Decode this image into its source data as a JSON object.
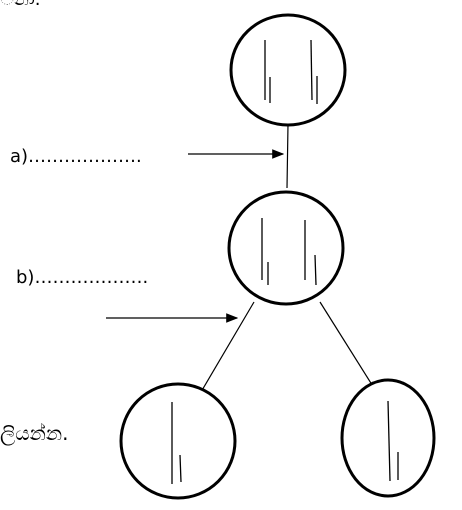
{
  "page": {
    "top_fragment": "ීනා.",
    "label_a": "a)……………….",
    "label_b": "b)……………….",
    "footer_text": "ලියන්න."
  },
  "colors": {
    "background": "#ffffff",
    "stroke": "#000000"
  },
  "icons": {
    "arrow": "right-arrow-icon"
  }
}
